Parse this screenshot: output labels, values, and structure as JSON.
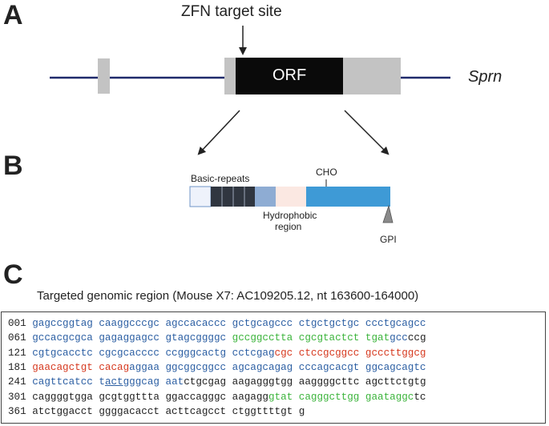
{
  "panel_a": {
    "letter": "A",
    "zfn_label": "ZFN target site",
    "orf_label": "ORF",
    "gene_name": "Sprn"
  },
  "panel_b": {
    "letter": "B",
    "basic_repeats": "Basic-repeats",
    "cho": "CHO",
    "hydrophobic_1": "Hydrophobic",
    "hydrophobic_2": "region",
    "gpi": "GPI"
  },
  "panel_c": {
    "letter": "C",
    "title": "Targeted genomic region (Mouse X7: AC109205.12, nt 163600-164000)",
    "lines": [
      {
        "num": "001",
        "segs": [
          {
            "t": "gagccggtag caaggcccgc agccacaccc gctgcagccc ctgctgctgc ccctgcagcc",
            "c": "blue"
          }
        ]
      },
      {
        "num": "061",
        "segs": [
          {
            "t": "gccacgcgca gagaggagcc gtagcggggc ",
            "c": "blue"
          },
          {
            "t": "gccggcctta cgcgtactct tgat",
            "c": "green"
          },
          {
            "t": "gcc",
            "c": "blue"
          },
          {
            "t": "ccg",
            "c": "black"
          }
        ]
      },
      {
        "num": "121",
        "segs": [
          {
            "t": "cgtgcacctc cgcgcacccc ccgggcactg cctcgag",
            "c": "blue"
          },
          {
            "t": "cgc ctccgcggcc gcccttggcg",
            "c": "red"
          }
        ]
      },
      {
        "num": "181",
        "segs": [
          {
            "t": "gaacagctgt cacag",
            "c": "red"
          },
          {
            "t": "aggaa ggcggcggcc agcagcagag cccagcacgt ggcagcagtc",
            "c": "blue"
          }
        ]
      },
      {
        "num": "241",
        "segs": [
          {
            "t": "cagttcatcc t",
            "c": "blue"
          },
          {
            "t": "act",
            "c": "blue",
            "u": true
          },
          {
            "t": "gggcag aat",
            "c": "blue"
          },
          {
            "t": "ctgcgag aagagggtgg aaggggcttc agcttctgtg",
            "c": "black"
          }
        ]
      },
      {
        "num": "301",
        "segs": [
          {
            "t": "caggggtgga gcgtggttta ggaccagggc aagagg",
            "c": "black"
          },
          {
            "t": "gtat cagggcttgg gaataggc",
            "c": "green"
          },
          {
            "t": "tc",
            "c": "black"
          }
        ]
      },
      {
        "num": "361",
        "segs": [
          {
            "t": "atctggacct ggggacacct acttcagcct ctggttttgt g",
            "c": "black"
          }
        ]
      }
    ]
  }
}
